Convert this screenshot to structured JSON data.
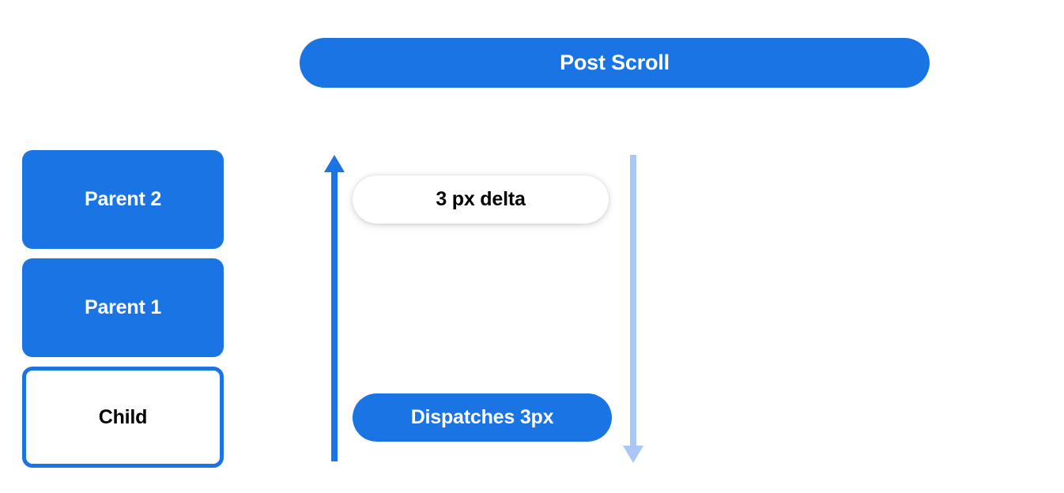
{
  "header": {
    "title": "Post Scroll"
  },
  "colors": {
    "primary_blue": "#1b74e4",
    "light_blue": "#a8c7f5",
    "white": "#ffffff",
    "black": "#000000"
  },
  "stack": {
    "boxes": [
      {
        "label": "Parent 2",
        "style": "filled"
      },
      {
        "label": "Parent 1",
        "style": "filled"
      },
      {
        "label": "Child",
        "style": "outlined"
      }
    ]
  },
  "flow": {
    "delta_pill": {
      "label": "3 px delta"
    },
    "dispatch_pill": {
      "label": "Dispatches 3px"
    },
    "arrows": [
      {
        "name": "up-arrow",
        "direction": "up",
        "color": "#1b74e4"
      },
      {
        "name": "down-arrow",
        "direction": "down",
        "color": "#a8c7f5"
      }
    ]
  }
}
